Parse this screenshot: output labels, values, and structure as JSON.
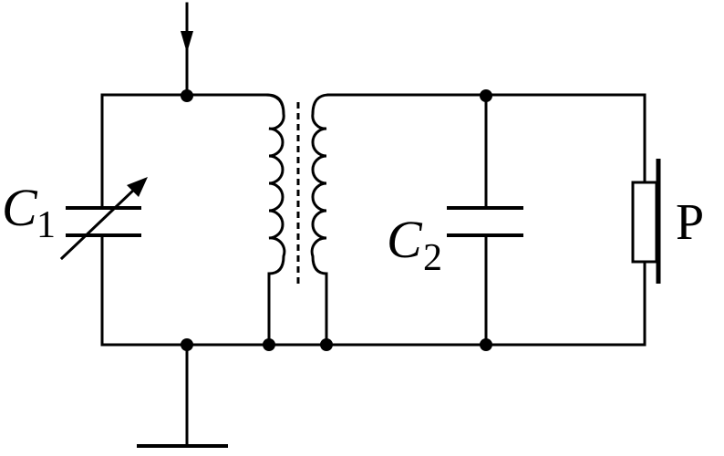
{
  "labels": {
    "c1_letter": "C",
    "c1_sub": "1",
    "c2_letter": "C",
    "c2_sub": "2",
    "p": "P"
  },
  "colors": {
    "ink": "#000000",
    "background": "#ffffff"
  }
}
